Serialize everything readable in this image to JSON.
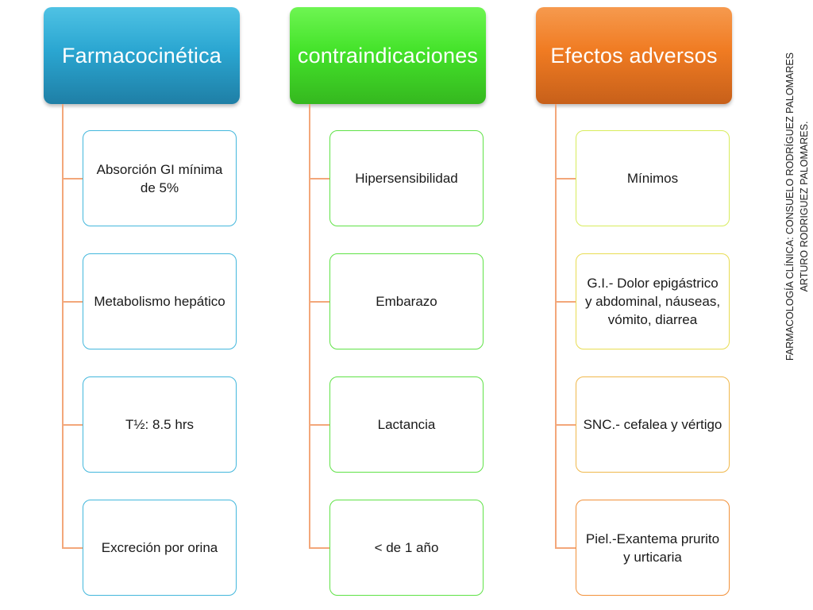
{
  "columns": [
    {
      "header": "Farmacocinética",
      "items": [
        "Absorción GI mínima de 5%",
        "Metabolismo hepático",
        "T½: 8.5 hrs",
        "Excreción por orina"
      ]
    },
    {
      "header": "contraindicaciones",
      "items": [
        "Hipersensibilidad",
        "Embarazo",
        "Lactancia",
        "< de 1 año"
      ]
    },
    {
      "header": "Efectos adversos",
      "items": [
        "Mínimos",
        "G.I.- Dolor epigástrico y abdominal, náuseas, vómito, diarrea",
        "SNC.- cefalea y vértigo",
        "Piel.-Exantema prurito y urticaria"
      ]
    }
  ],
  "colors": {
    "blue": "#2aa6d1",
    "green": "#44e32a",
    "orange": "#f07b22",
    "connector": "#f3a77a"
  },
  "credit": {
    "line1": "FARMACOLOGÍA CLÍNICA: CONSUELO RODRÍGUEZ PALOMARES",
    "line2": "ARTURO RODRIGUEZ PALOMARES."
  }
}
